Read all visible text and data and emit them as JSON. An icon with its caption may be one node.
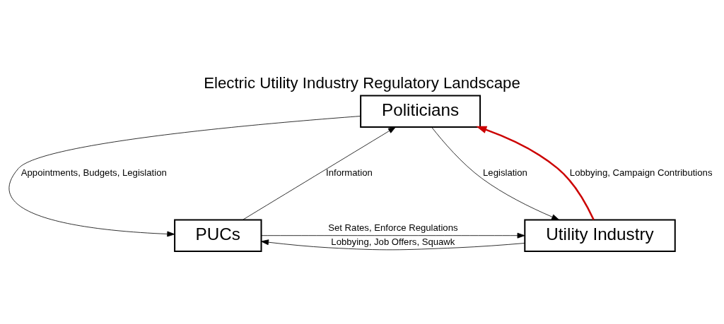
{
  "diagram": {
    "title": "Electric Utility Industry Regulatory Landscape",
    "nodes": [
      {
        "text": [
          "Politicians"
        ]
      },
      {
        "text": [
          "PUCs"
        ]
      },
      {
        "text": [
          "Utility Industry"
        ]
      }
    ],
    "edges": [
      {
        "from": 0,
        "to": 1,
        "arrow": "to",
        "label": "Appointments, Budgets, Legislation"
      },
      {
        "from": 1,
        "to": 0,
        "arrow": "to",
        "label": "Information"
      },
      {
        "from": 0,
        "to": 2,
        "arrow": "to",
        "label": "Legislation"
      },
      {
        "from": 2,
        "to": 0,
        "arrow": "to",
        "label": "Lobbying, Campaign Contributions",
        "style": "thick",
        "color": "#cc0000"
      },
      {
        "from": 1,
        "to": 2,
        "arrow": "to",
        "label": "Set Rates, Enforce Regulations"
      },
      {
        "from": 2,
        "to": 1,
        "arrow": "to",
        "label": "Lobbying, Job Offers, Squawk"
      }
    ]
  }
}
